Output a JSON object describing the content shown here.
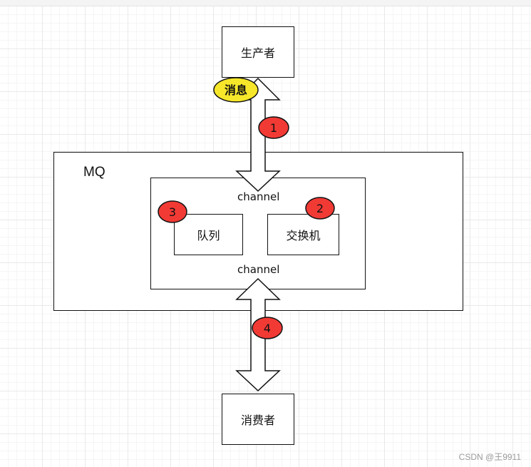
{
  "producer": "生产者",
  "consumer": "消费者",
  "mq": "MQ",
  "channel_top": "channel",
  "channel_bottom": "channel",
  "queue": "队列",
  "exchange": "交换机",
  "message_tag": "消息",
  "steps": [
    "1",
    "2",
    "3",
    "4"
  ],
  "watermark": "CSDN @王9911",
  "colors": {
    "step_badge": "#f23a35",
    "message_badge": "#f6e72a",
    "border": "#111111"
  }
}
